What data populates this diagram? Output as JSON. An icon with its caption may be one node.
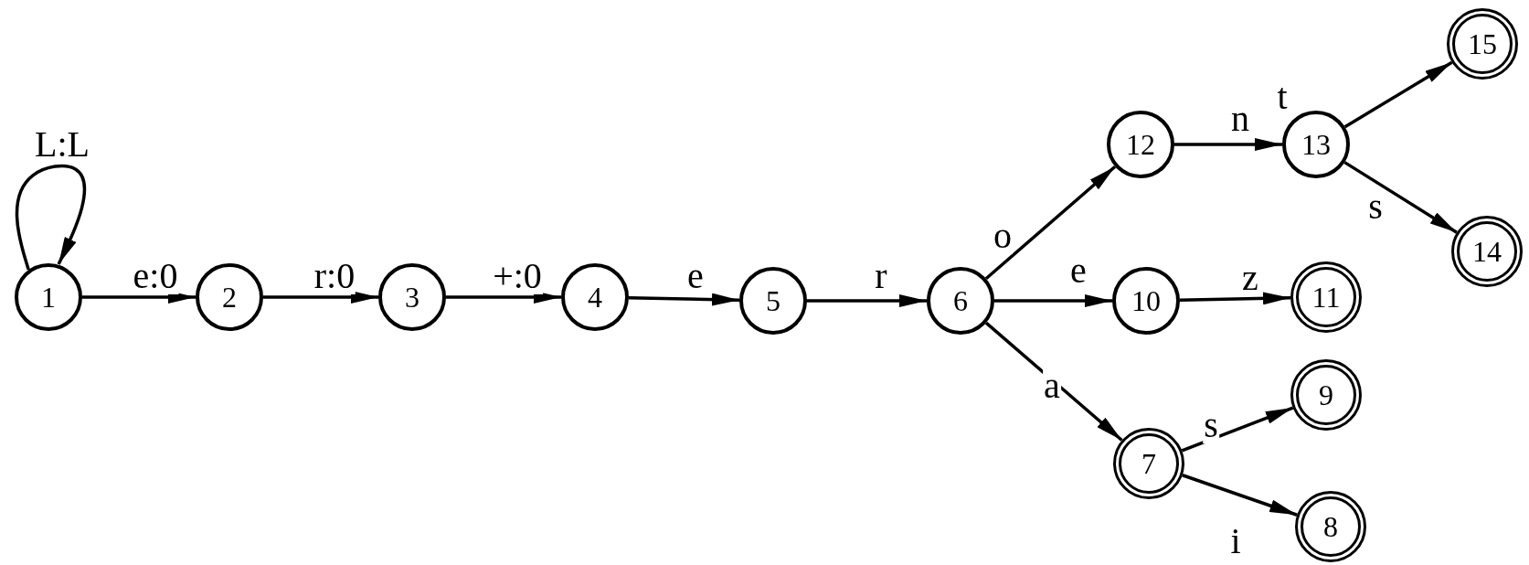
{
  "diagram": {
    "nodes": [
      {
        "text": [
          "1"
        ]
      },
      {
        "text": [
          "2"
        ]
      },
      {
        "text": [
          "3"
        ]
      },
      {
        "text": [
          "4"
        ]
      },
      {
        "text": [
          "5"
        ]
      },
      {
        "text": [
          "6"
        ]
      },
      {
        "text": [
          "7"
        ]
      },
      {
        "text": [
          "8"
        ]
      },
      {
        "text": [
          "9"
        ]
      },
      {
        "text": [
          "10"
        ]
      },
      {
        "text": [
          "11"
        ]
      },
      {
        "text": [
          "12"
        ]
      },
      {
        "text": [
          "13"
        ]
      },
      {
        "text": [
          "14"
        ]
      },
      {
        "text": [
          "15"
        ]
      }
    ],
    "edges": [
      {
        "from": 0,
        "to": 0,
        "arrow": "to",
        "label": "L:L"
      },
      {
        "from": 0,
        "to": 1,
        "arrow": "to",
        "label": "e:0"
      },
      {
        "from": 1,
        "to": 2,
        "arrow": "to",
        "label": "r:0"
      },
      {
        "from": 2,
        "to": 3,
        "arrow": "to",
        "label": "+:0"
      },
      {
        "from": 3,
        "to": 4,
        "arrow": "to",
        "label": "e"
      },
      {
        "from": 4,
        "to": 5,
        "arrow": "to",
        "label": "r"
      },
      {
        "from": 5,
        "to": 11,
        "arrow": "to",
        "label": "o"
      },
      {
        "from": 5,
        "to": 9,
        "arrow": "to",
        "label": "e"
      },
      {
        "from": 5,
        "to": 6,
        "arrow": "to",
        "label": "a"
      },
      {
        "from": 9,
        "to": 10,
        "arrow": "to",
        "label": "z"
      },
      {
        "from": 11,
        "to": 12,
        "arrow": "to",
        "label": "n"
      },
      {
        "from": 12,
        "to": 14,
        "arrow": "to",
        "label": "t"
      },
      {
        "from": 12,
        "to": 13,
        "arrow": "to",
        "label": "s"
      },
      {
        "from": 6,
        "to": 8,
        "arrow": "to",
        "label": "s"
      },
      {
        "from": 6,
        "to": 7,
        "arrow": "to",
        "label": "i"
      }
    ]
  }
}
